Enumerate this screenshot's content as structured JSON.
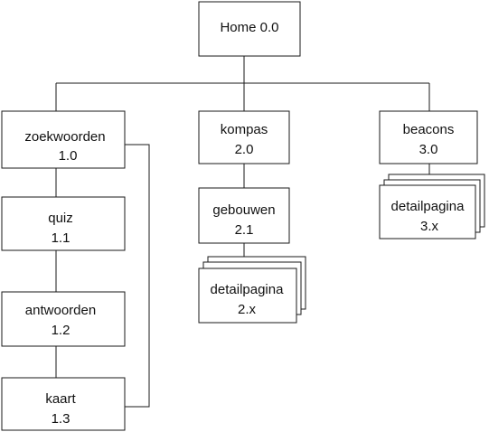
{
  "nodes": {
    "home": {
      "label": "Home 0.0"
    },
    "zoekwoorden": {
      "label": "zoekwoorden",
      "number": "1.0"
    },
    "quiz": {
      "label": "quiz",
      "number": "1.1"
    },
    "antwoorden": {
      "label": "antwoorden",
      "number": "1.2"
    },
    "kaart": {
      "label": "kaart",
      "number": "1.3"
    },
    "kompas": {
      "label": "kompas",
      "number": "2.0"
    },
    "gebouwen": {
      "label": "gebouwen",
      "number": "2.1"
    },
    "detail2": {
      "label": "detailpagina",
      "number": "2.x"
    },
    "beacons": {
      "label": "beacons",
      "number": "3.0"
    },
    "detail3": {
      "label": "detailpagina",
      "number": "3.x"
    }
  },
  "colors": {
    "stroke": "#1a1a1a",
    "text": "#111111",
    "background": "#ffffff"
  }
}
